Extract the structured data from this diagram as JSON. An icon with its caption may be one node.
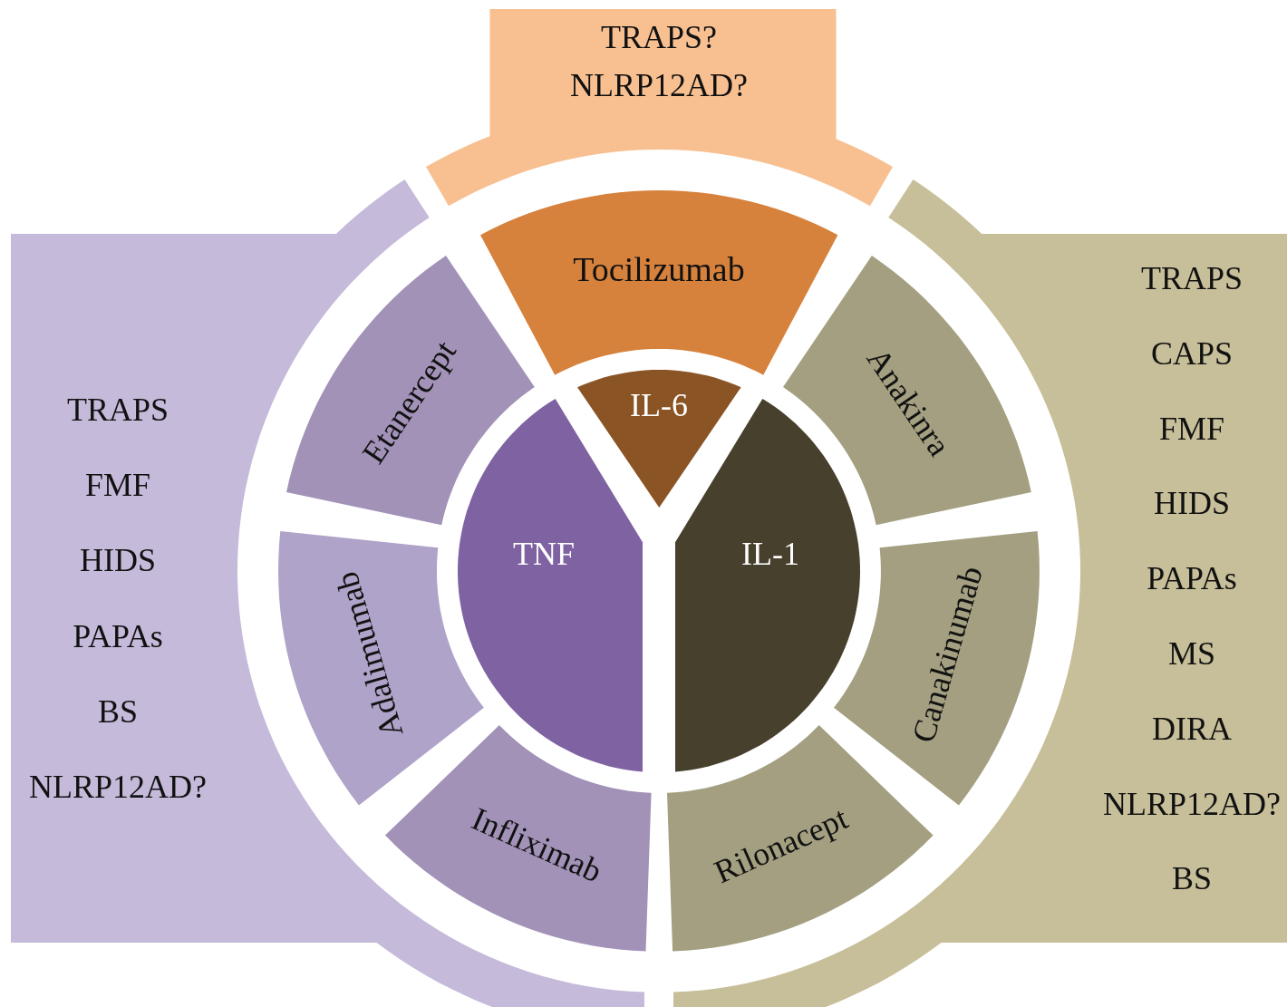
{
  "diagram": {
    "nodes": [
      {
        "text": [
          "TRAPS?",
          "NLRP12AD?"
        ]
      },
      {
        "text": [
          "TRAPS",
          "FMF",
          "HIDS",
          "PAPAs",
          "BS",
          "NLRP12AD?"
        ]
      },
      {
        "text": [
          "TRAPS",
          "CAPS",
          "FMF",
          "HIDS",
          "PAPAs",
          "MS",
          "DIRA",
          "NLRP12AD?",
          "BS"
        ]
      },
      {
        "text": [
          "Tocilizumab"
        ]
      },
      {
        "text": [
          "Etanercept"
        ]
      },
      {
        "text": [
          "Anakinra"
        ]
      },
      {
        "text": [
          "Adalimumab"
        ]
      },
      {
        "text": [
          "Canakinumab"
        ]
      },
      {
        "text": [
          "Infliximab"
        ]
      },
      {
        "text": [
          "Rilonacept"
        ]
      },
      {
        "text": [
          "IL-6"
        ]
      },
      {
        "text": [
          "TNF"
        ]
      },
      {
        "text": [
          "IL-1"
        ]
      }
    ]
  }
}
